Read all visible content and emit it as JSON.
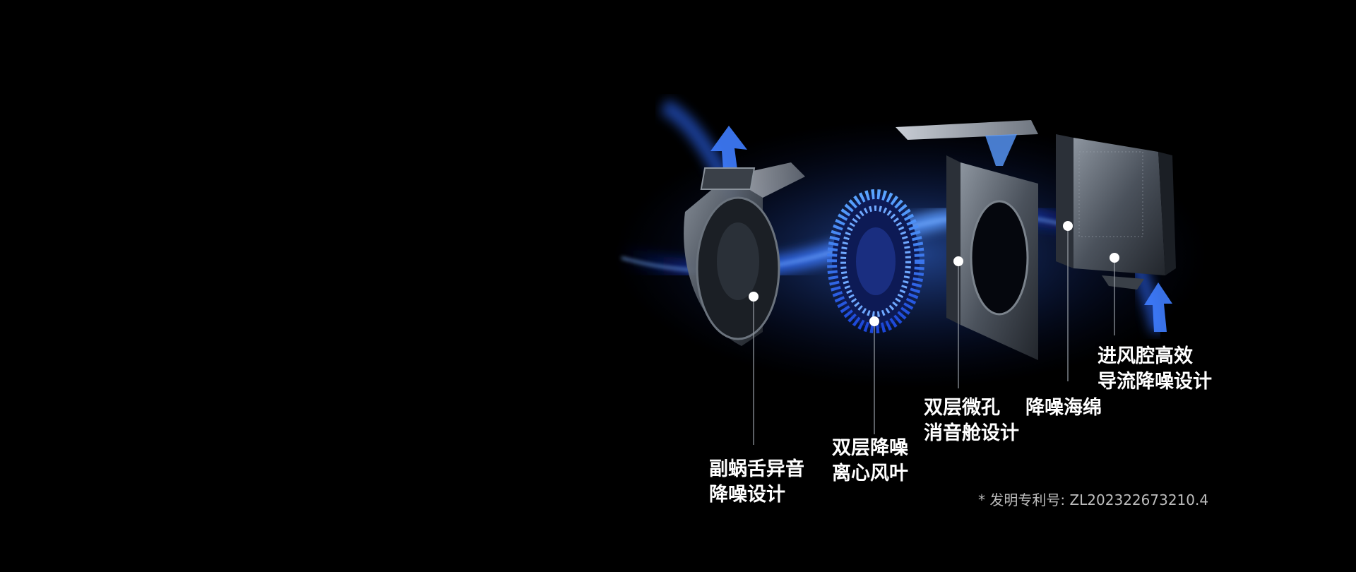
{
  "colors": {
    "background": "#000000",
    "glow": "#2f6bff",
    "label": "#ffffff",
    "note": "#bdbdbd"
  },
  "labels": {
    "volute": {
      "line1": "副蜗舌异音",
      "line2": "降噪设计"
    },
    "impeller": {
      "line1": "双层降噪",
      "line2": "离心风叶"
    },
    "chamber": {
      "line1": "双层微孔",
      "line2": "消音舱设计"
    },
    "sponge": {
      "line1": "降噪海绵"
    },
    "inlet": {
      "line1": "进风腔高效",
      "line2": "导流降噪设计"
    }
  },
  "patent_note": "* 发明专利号: ZL202322673210.4"
}
